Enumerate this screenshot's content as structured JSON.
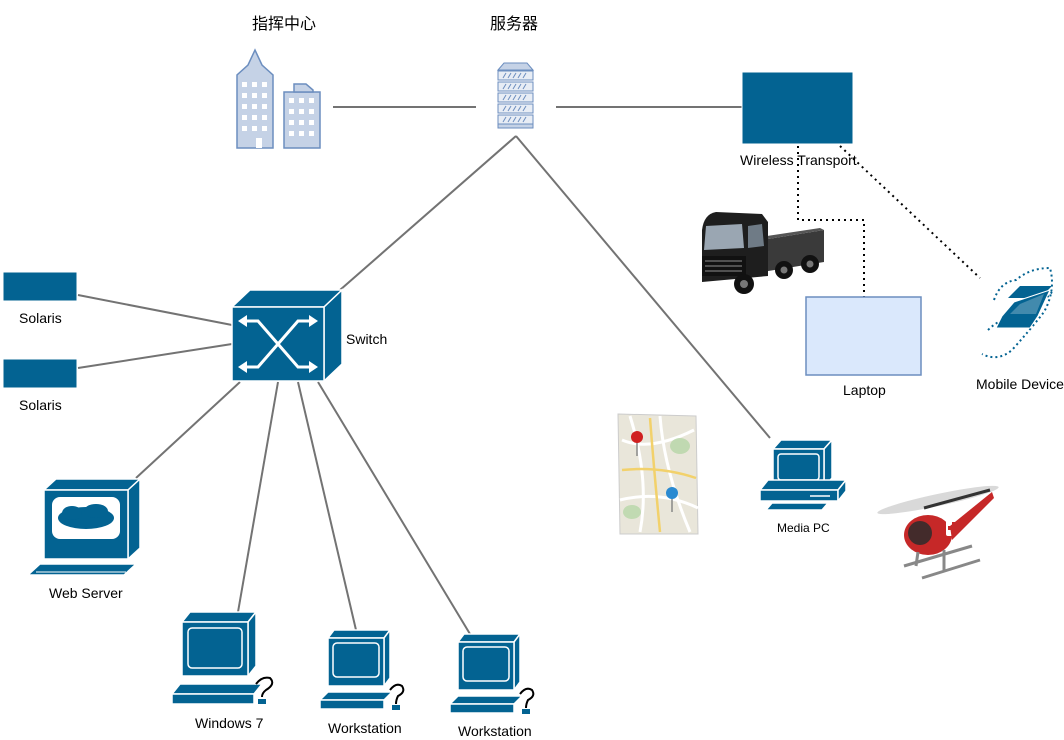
{
  "labels": {
    "command_center": "指挥中心",
    "server": "服务器",
    "wireless_transport": "Wireless Transport",
    "solaris_1": "Solaris",
    "solaris_2": "Solaris",
    "switch": "Switch",
    "laptop": "Laptop",
    "mobile_device": "Mobile Device",
    "web_server": "Web Server",
    "media_pc": "Media PC",
    "windows7": "Windows 7",
    "workstation_1": "Workstation",
    "workstation_2": "Workstation"
  },
  "colors": {
    "device_blue": "#036392",
    "link_gray": "#737373",
    "laptop_fill": "#dae8fc",
    "laptop_stroke": "#6c8ebf",
    "building": "#c5d2e6",
    "building_stroke": "#6c8ebf"
  },
  "icons": [
    "buildings-icon",
    "server-rack-icon",
    "truck-icon",
    "map-icon",
    "helicopter-icon",
    "mobile-device-icon",
    "switch-icon",
    "web-server-icon",
    "desktop-pc-icon"
  ]
}
